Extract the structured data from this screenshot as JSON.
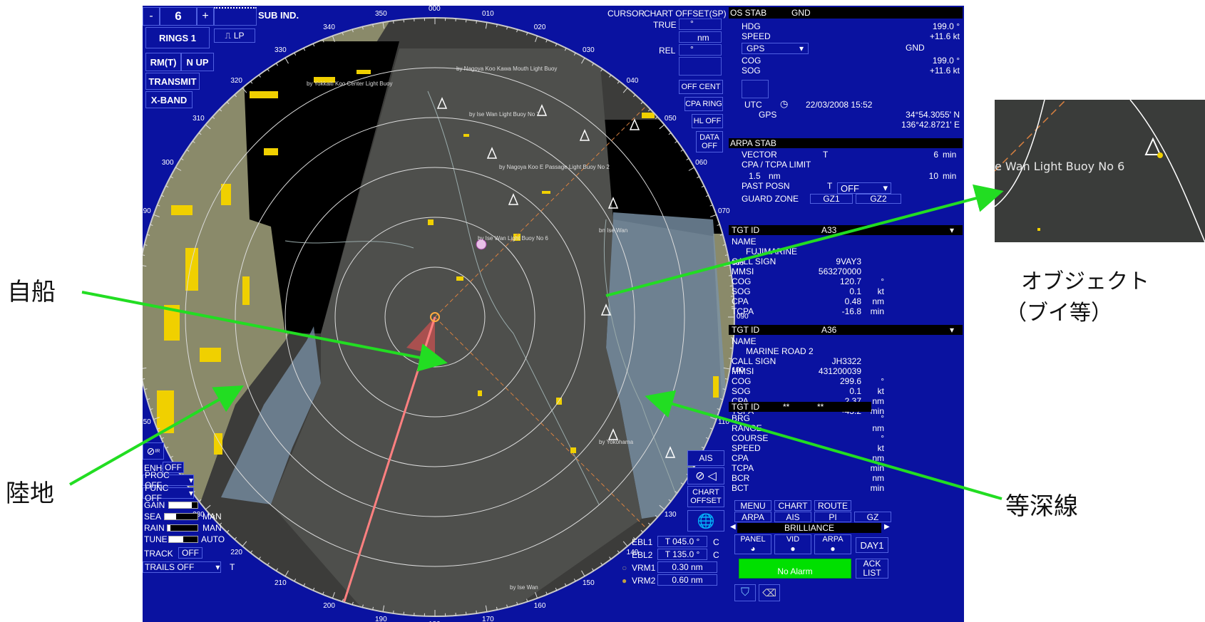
{
  "topleft": {
    "minus": "-",
    "range": "6",
    "plus": "+",
    "sub_ind": "SUB IND.",
    "rings": "RINGS 1",
    "pulse": "LP",
    "rm": "RM(T)",
    "nup": "N UP",
    "transmit": "TRANSMIT",
    "band": "X-BAND"
  },
  "cursor_panel": {
    "title": "CURSOR",
    "offset": "CHART OFFSET(SP)",
    "true_label": "TRUE",
    "true_unit1": "°",
    "true_unit2": "nm",
    "rel_label": "REL",
    "rel_unit1": "°",
    "off_cent": "OFF CENT",
    "cpa_ring": "CPA RING",
    "hl_off": "HL OFF",
    "data_off": "DATA\nOFF"
  },
  "os_stab": {
    "title": "OS STAB",
    "mode": "GND",
    "hdg_label": "HDG",
    "hdg_value": "199.0 °",
    "speed_label": "SPEED",
    "speed_value": "+11.6 kt",
    "src": "GPS",
    "src_mode": "GND",
    "cog_label": "COG",
    "cog_value": "199.0 °",
    "sog_label": "SOG",
    "sog_value": "+11.6 kt",
    "utc_label": "UTC",
    "datetime": "22/03/2008 15:52",
    "gps_label": "GPS",
    "lat": "34°54.3055' N",
    "lon": "136°42.8721' E"
  },
  "arpa_stab": {
    "title": "ARPA STAB",
    "vector_label": "VECTOR",
    "vector_mode": "T",
    "vector_value": "6",
    "vector_unit": "min",
    "cpa_label": "CPA / TCPA LIMIT",
    "cpa_value": "1.5",
    "cpa_unit": "nm",
    "tcpa_value": "10",
    "tcpa_unit": "min",
    "past_label": "PAST POSN",
    "past_mode": "T",
    "past_value": "OFF",
    "guard_label": "GUARD ZONE",
    "gz1": "GZ1",
    "gz2": "GZ2"
  },
  "targets": [
    {
      "tgt_label": "TGT ID",
      "tgt_id": "A33",
      "name_label": "NAME",
      "name": "FUJIMARINE",
      "rows": [
        {
          "label": "CALL SIGN",
          "value": "9VAY3",
          "unit": ""
        },
        {
          "label": "MMSI",
          "value": "563270000",
          "unit": ""
        },
        {
          "label": "COG",
          "value": "120.7",
          "unit": "°"
        },
        {
          "label": "SOG",
          "value": "0.1",
          "unit": "kt"
        },
        {
          "label": "CPA",
          "value": "0.48",
          "unit": "nm"
        },
        {
          "label": "TCPA",
          "value": "-16.8",
          "unit": "min"
        }
      ]
    },
    {
      "tgt_label": "TGT ID",
      "tgt_id": "A36",
      "name_label": "NAME",
      "name": "MARINE ROAD 2",
      "rows": [
        {
          "label": "CALL SIGN",
          "value": "JH3322",
          "unit": ""
        },
        {
          "label": "MMSI",
          "value": "431200039",
          "unit": ""
        },
        {
          "label": "COG",
          "value": "299.6",
          "unit": "°"
        },
        {
          "label": "SOG",
          "value": "0.1",
          "unit": "kt"
        },
        {
          "label": "CPA",
          "value": "2.37",
          "unit": "nm"
        },
        {
          "label": "TCPA",
          "value": "-43.2",
          "unit": "min"
        }
      ]
    }
  ],
  "tgt3": {
    "tgt_label": "TGT ID",
    "id1": "**",
    "id2": "**",
    "rows": [
      {
        "label": "BRG",
        "unit": "°"
      },
      {
        "label": "RANGE",
        "unit": "nm"
      },
      {
        "label": "COURSE",
        "unit": "°"
      },
      {
        "label": "SPEED",
        "unit": "kt"
      },
      {
        "label": "CPA",
        "unit": "nm"
      },
      {
        "label": "TCPA",
        "unit": "min"
      },
      {
        "label": "BCR",
        "unit": "nm"
      },
      {
        "label": "BCT",
        "unit": "min"
      }
    ]
  },
  "menu": [
    "MENU",
    "CHART",
    "ROUTE",
    "ARPA",
    "AIS",
    "PI",
    "GZ"
  ],
  "brilliance": {
    "title": "BRILLIANCE",
    "panel": "PANEL",
    "vid": "VID",
    "arpa": "ARPA",
    "day": "DAY1",
    "alarm": "No Alarm",
    "ack": "ACK",
    "list": "LIST"
  },
  "left_bottom": {
    "ir": "IR",
    "enh": "ENH",
    "enh_v": "OFF",
    "proc": "PROC OFF",
    "func": "FUNC OFF",
    "gain": "GAIN",
    "sea": "SEA",
    "sea_mode": "MAN",
    "rain": "RAIN",
    "rain_mode": "MAN",
    "tune": "TUNE",
    "tune_mode": "AUTO",
    "track": "TRACK",
    "track_v": "OFF",
    "trails": "TRAILS OFF",
    "trails_mode": "T",
    "gain_level": 0.8,
    "sea_level": 0.35,
    "rain_level": 0.1,
    "tune_level": 0.5
  },
  "right_bottom": {
    "ais": "AIS",
    "chart": "CHART",
    "offset": "OFFSET",
    "ebl1": "EBL1",
    "ebl1_v": "T 045.0 °",
    "ebl1_c": "C",
    "ebl2": "EBL2",
    "ebl2_v": "T 135.0 °",
    "ebl2_c": "C",
    "vrm1": "VRM1",
    "vrm1_v": "0.30 nm",
    "vrm2": "VRM2",
    "vrm2_v": "0.60 nm"
  },
  "bearings": [
    "350",
    "000",
    "010",
    "020",
    "030",
    "040",
    "050",
    "060",
    "070",
    "080",
    "090",
    "100",
    "110",
    "120",
    "130",
    "140",
    "150",
    "160",
    "170",
    "180",
    "190",
    "200",
    "210",
    "220",
    "230",
    "240",
    "250",
    "260",
    "270",
    "280",
    "290",
    "300",
    "310",
    "320",
    "330",
    "340"
  ],
  "chart_labels": [
    "by Ise Wan Light Buoy No 7",
    "by Nagoya Koo E Passage Light Buoy No 2",
    "by Yokkaiti Koo Center Light Buoy",
    "by Nagoya Koo Kawa Mouth Light Buoy",
    "bn Ise Wan",
    "by Ise Wan Light Buoy No 6",
    "by Ise Wan",
    "by Yokohama"
  ],
  "annotations": {
    "own_ship": "自船",
    "land": "陸地",
    "object_l1": "オブジェクト",
    "object_l2": "（ブイ等）",
    "depth": "等深線",
    "inset_text": "e Wan Light Buoy No 6"
  },
  "colors": {
    "panel_bg": "#0a12a0",
    "land": "#8a8a6a",
    "sea": "#3c3c3a",
    "shallow": "#7a92a8",
    "echo": "#f0d000",
    "alarm_green": "#00e000",
    "arrow": "#22dd22",
    "ebl": "#ff8080"
  }
}
